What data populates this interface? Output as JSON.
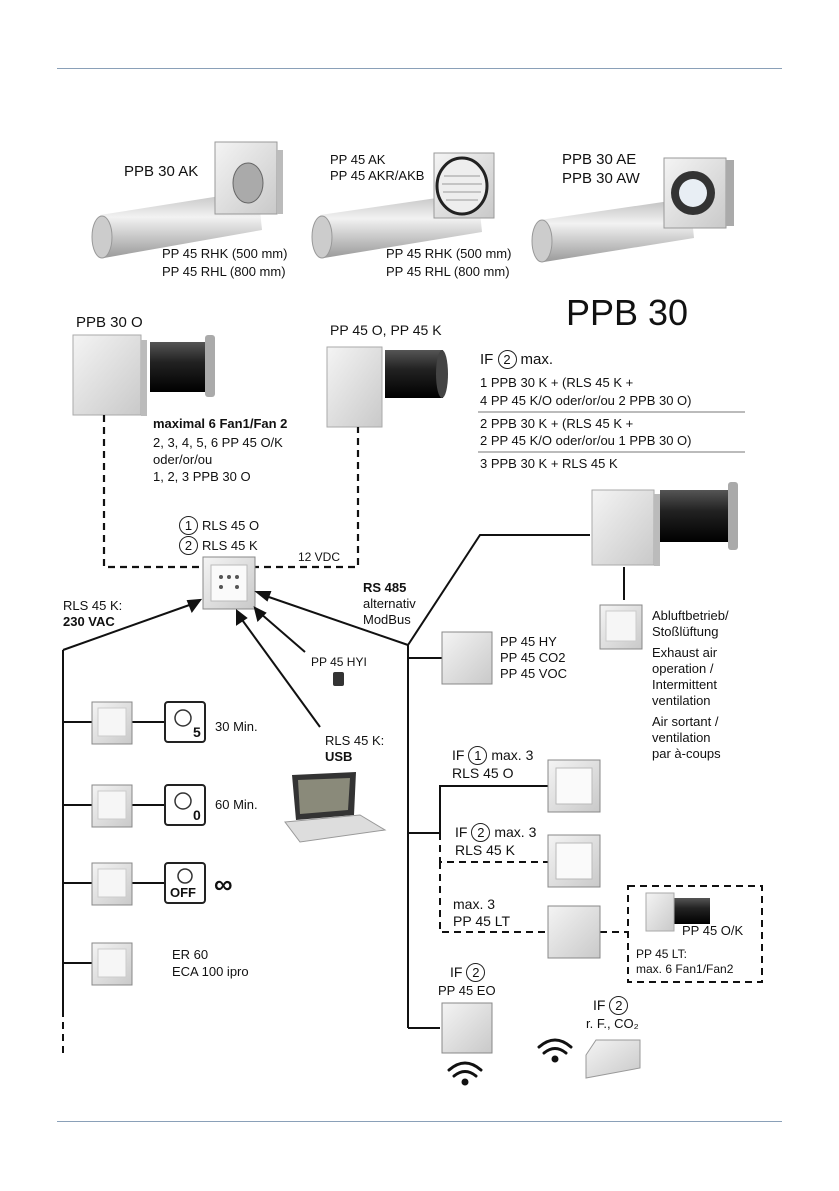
{
  "top": {
    "g1": {
      "model": "PPB 30 AK",
      "pipe1": "PP 45 RHK (500 mm)",
      "pipe2": "PP 45 RHL (800 mm)"
    },
    "g2": {
      "model1": "PP 45 AK",
      "model2": "PP 45 AKR/AKB",
      "pipe1": "PP 45 RHK (500 mm)",
      "pipe2": "PP 45 RHL (800 mm)"
    },
    "g3": {
      "model1": "PPB 30 AE",
      "model2": "PPB 30 AW"
    }
  },
  "main_title": "PPB 30",
  "left_units": {
    "ppb30o": "PPB 30 O",
    "pp45ok": "PP 45 O, PP 45 K"
  },
  "fan_info": {
    "heading": "maximal 6 Fan1/Fan 2",
    "line1": "2, 3, 4, 5, 6 PP 45 O/K",
    "line2": "oder/or/ou",
    "line3": "1, 2, 3 PPB 30 O"
  },
  "if_block": {
    "if_label": "IF",
    "num": "2",
    "max": "max.",
    "opt1a": "1 PPB 30 K + (RLS 45 K +",
    "opt1b": "4 PP 45 K/O oder/or/ou 2 PPB 30 O)",
    "opt2a": "2 PPB 30 K + (RLS 45 K +",
    "opt2b": "2 PP 45 K/O oder/or/ou 1 PPB 30 O)",
    "opt3": "3 PPB 30 K + RLS 45 K"
  },
  "controller": {
    "n1": "1",
    "l1": "RLS 45 O",
    "n2": "2",
    "l2": "RLS 45 K",
    "vdc": "12 VDC"
  },
  "rs485": {
    "l1": "RS 485",
    "l2": "alternativ",
    "l3": "ModBus"
  },
  "rls_230": {
    "l1": "RLS 45 K:",
    "l2": "230 VAC"
  },
  "hyi": "PP 45 HYI",
  "usb": {
    "l1": "RLS 45 K:",
    "l2": "USB"
  },
  "sensors": {
    "l1": "PP 45 HY",
    "l2": "PP 45 CO2",
    "l3": "PP 45 VOC"
  },
  "exhaust": [
    "Abluftbetrieb/",
    "Stoßlüftung",
    "Exhaust air",
    "operation /",
    "Intermittent",
    "ventilation",
    "Air sortant /",
    "ventilation",
    "par à-coups"
  ],
  "switches": [
    {
      "icon_text": "5",
      "label": "30 Min."
    },
    {
      "icon_text": "0",
      "label": "60 Min."
    },
    {
      "icon_text": "OFF",
      "label": "∞"
    },
    {
      "l1": "ER 60",
      "l2": "ECA 100 ipro"
    }
  ],
  "right_col": {
    "if1": {
      "if": "IF",
      "num": "1",
      "rest": "max. 3",
      "l2": "RLS 45 O"
    },
    "if2": {
      "if": "IF",
      "num": "2",
      "rest": "max. 3",
      "l2": "RLS 45 K"
    },
    "lt": {
      "l1": "max. 3",
      "l2": "PP 45 LT"
    },
    "box": {
      "unit": "PP 45 O/K",
      "l1": "PP 45 LT:",
      "l2": "max. 6 Fan1/Fan2"
    },
    "eo": {
      "if": "IF",
      "num": "2",
      "l2": "PP 45 EO"
    },
    "rf": {
      "if": "IF",
      "num": "2",
      "l2": "r. F., CO₂"
    }
  },
  "colors": {
    "rule": "#8aa0b8",
    "line": "#111111",
    "panel": "#e8e8e8"
  }
}
